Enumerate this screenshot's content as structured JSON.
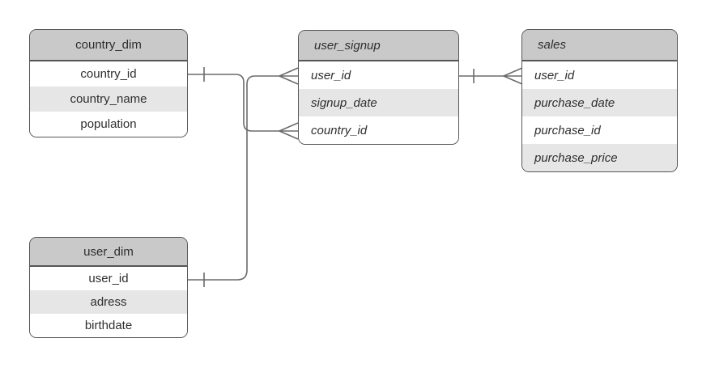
{
  "diagram": {
    "type": "entity-relationship",
    "background": "#ffffff",
    "colors": {
      "table_header_fill": "#c9c9c9",
      "table_row_fill": "#ffffff",
      "table_row_alt_fill": "#e6e6e6",
      "table_border": "#565656",
      "connector_line": "#6b6b6b",
      "text": "#2e2e2e"
    },
    "tables": [
      {
        "title": "country_dim",
        "text_style": "normal-centered",
        "fields": [
          "country_id",
          "country_name",
          "population"
        ]
      },
      {
        "title": "user_signup",
        "text_style": "italic-left",
        "fields": [
          "user_id",
          "signup_date",
          "country_id"
        ]
      },
      {
        "title": "sales",
        "text_style": "italic-left",
        "fields": [
          "user_id",
          "purchase_date",
          "purchase_id",
          "purchase_price"
        ]
      },
      {
        "title": "user_dim",
        "text_style": "normal-centered",
        "fields": [
          "user_id",
          "adress",
          "birthdate"
        ]
      }
    ],
    "relationships": [
      {
        "from_table": "country_dim",
        "from_field": "country_id",
        "from_cardinality": "one",
        "to_table": "user_signup",
        "to_field": "country_id",
        "to_cardinality": "many"
      },
      {
        "from_table": "user_dim",
        "from_field": "user_id",
        "from_cardinality": "one",
        "to_table": "user_signup",
        "to_field": "user_id",
        "to_cardinality": "many"
      },
      {
        "from_table": "user_signup",
        "from_field": "user_id",
        "from_cardinality": "one",
        "to_table": "sales",
        "to_field": "user_id",
        "to_cardinality": "many"
      }
    ]
  }
}
